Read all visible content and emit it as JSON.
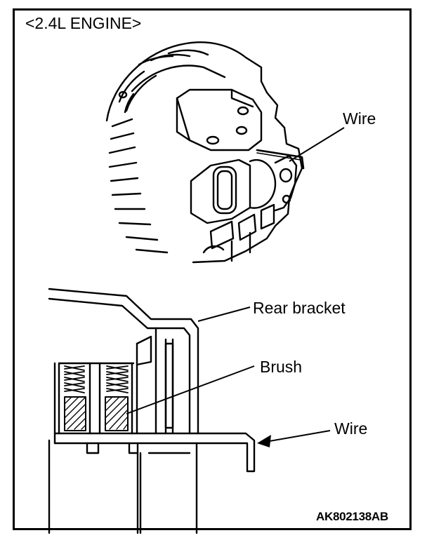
{
  "header": {
    "title": "<2.4L ENGINE>"
  },
  "upper_view": {
    "wire_label": "Wire"
  },
  "lower_view": {
    "rear_bracket_label": "Rear bracket",
    "brush_label": "Brush",
    "wire_label": "Wire"
  },
  "figure_code": "AK802138AB",
  "colors": {
    "ink": "#000000",
    "paper": "#ffffff"
  }
}
